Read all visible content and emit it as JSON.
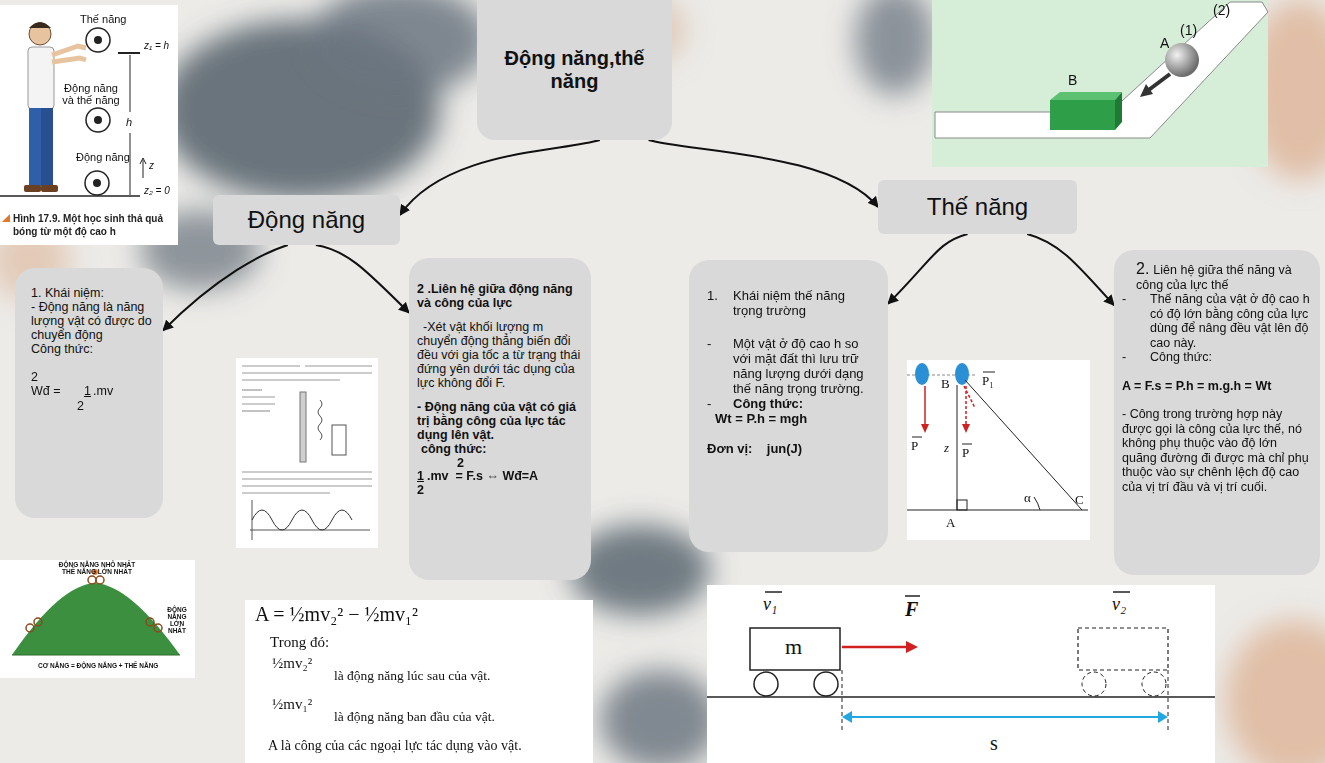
{
  "diagram": {
    "nodes": [
      {
        "text": [
          "Động năng,thế năng"
        ]
      },
      {
        "text": [
          "Động năng"
        ]
      },
      {
        "text": [
          "Thế năng"
        ]
      },
      {
        "text": [
          "1. Khái niệm:",
          "- Động năng là năng lượng vật có được do chuyển động",
          "Công thức:",
          "2",
          "Wđ =",
          "1",
          ".mv",
          "2"
        ]
      },
      {
        "text": [
          "2 .Liên hệ giữa động năng và công của lực",
          "-Xét vật khối lượng m chuyển động thẳng biến đổi đều với gia tốc a từ trạng thái đứng yên dưới tác dụng của lực không đổi F.",
          "- Động năng của vật có giá trị bằng công của lực tác dụng lên vật.",
          "công thức:",
          "2",
          "1",
          ".mv  = F.s ⇔ Wđ=A",
          "2"
        ]
      },
      {
        "text": [
          "1.",
          "Khái niệm thế năng trọng trường",
          "-",
          "Một vật ở độ cao h so với mặt đất thì lưu trữ năng lượng dưới dạng thế năng trọng trường.",
          "-",
          "Công thức:",
          "Wt = P.h = mgh",
          "Đơn vị:    jun(J)"
        ]
      },
      {
        "text": [
          "2.",
          "Liên hệ giữa thế năng và công của lực thế",
          "-",
          "Thế năng của vật ở độ cao h có độ lớn bằng công của lực dùng để nâng đều vật lên độ cao này.",
          "-",
          "Công thức:",
          "A = F.s = P.h = m.g.h = Wt",
          "- Công trong trường hợp này được gọi là công của lực thế, nó không phụ thuộc vào độ lớn quãng đường đi được mà chỉ phụ thuộc vào sự chênh lệch độ cao của vị trí đầu và vị trí cuối."
        ]
      }
    ],
    "edges": [
      {
        "from": 0,
        "to": 1,
        "arrow": "to"
      },
      {
        "from": 0,
        "to": 2,
        "arrow": "to"
      },
      {
        "from": 1,
        "to": 3,
        "arrow": "to"
      },
      {
        "from": 1,
        "to": 4,
        "arrow": "to"
      },
      {
        "from": 2,
        "to": 5,
        "arrow": "to"
      },
      {
        "from": 2,
        "to": 6,
        "arrow": "to"
      }
    ],
    "labels": [
      "Thế năng",
      "z₁ = h",
      "Động năng và thế năng",
      "h",
      "z",
      "Động năng",
      "z₂ = 0",
      "Hình 17.9. Một học sinh thả quả bóng từ một độ cao h",
      "(2)",
      "(1)",
      "A",
      "B",
      "ĐỘNG NĂNG NHỎ NHẤT THẾ NĂNG LỚN NHẤT",
      "ĐỘNG NĂNG LỚN NHẤT",
      "CƠ NĂNG = ĐỘNG NĂNG + THẾ NĂNG",
      "A = ½mv₂² − ½mv₁²",
      "Trong đó:",
      "½mv₂²",
      "là động năng lúc sau của vật.",
      "½mv₁²",
      "là động năng ban đầu của vật.",
      "A là công của các ngoại lực tác dụng vào vật.",
      "B",
      "P₁",
      "P",
      "z",
      "P",
      "A",
      "α",
      "C",
      "v₁",
      "F",
      "m",
      "v₂",
      "s"
    ]
  }
}
